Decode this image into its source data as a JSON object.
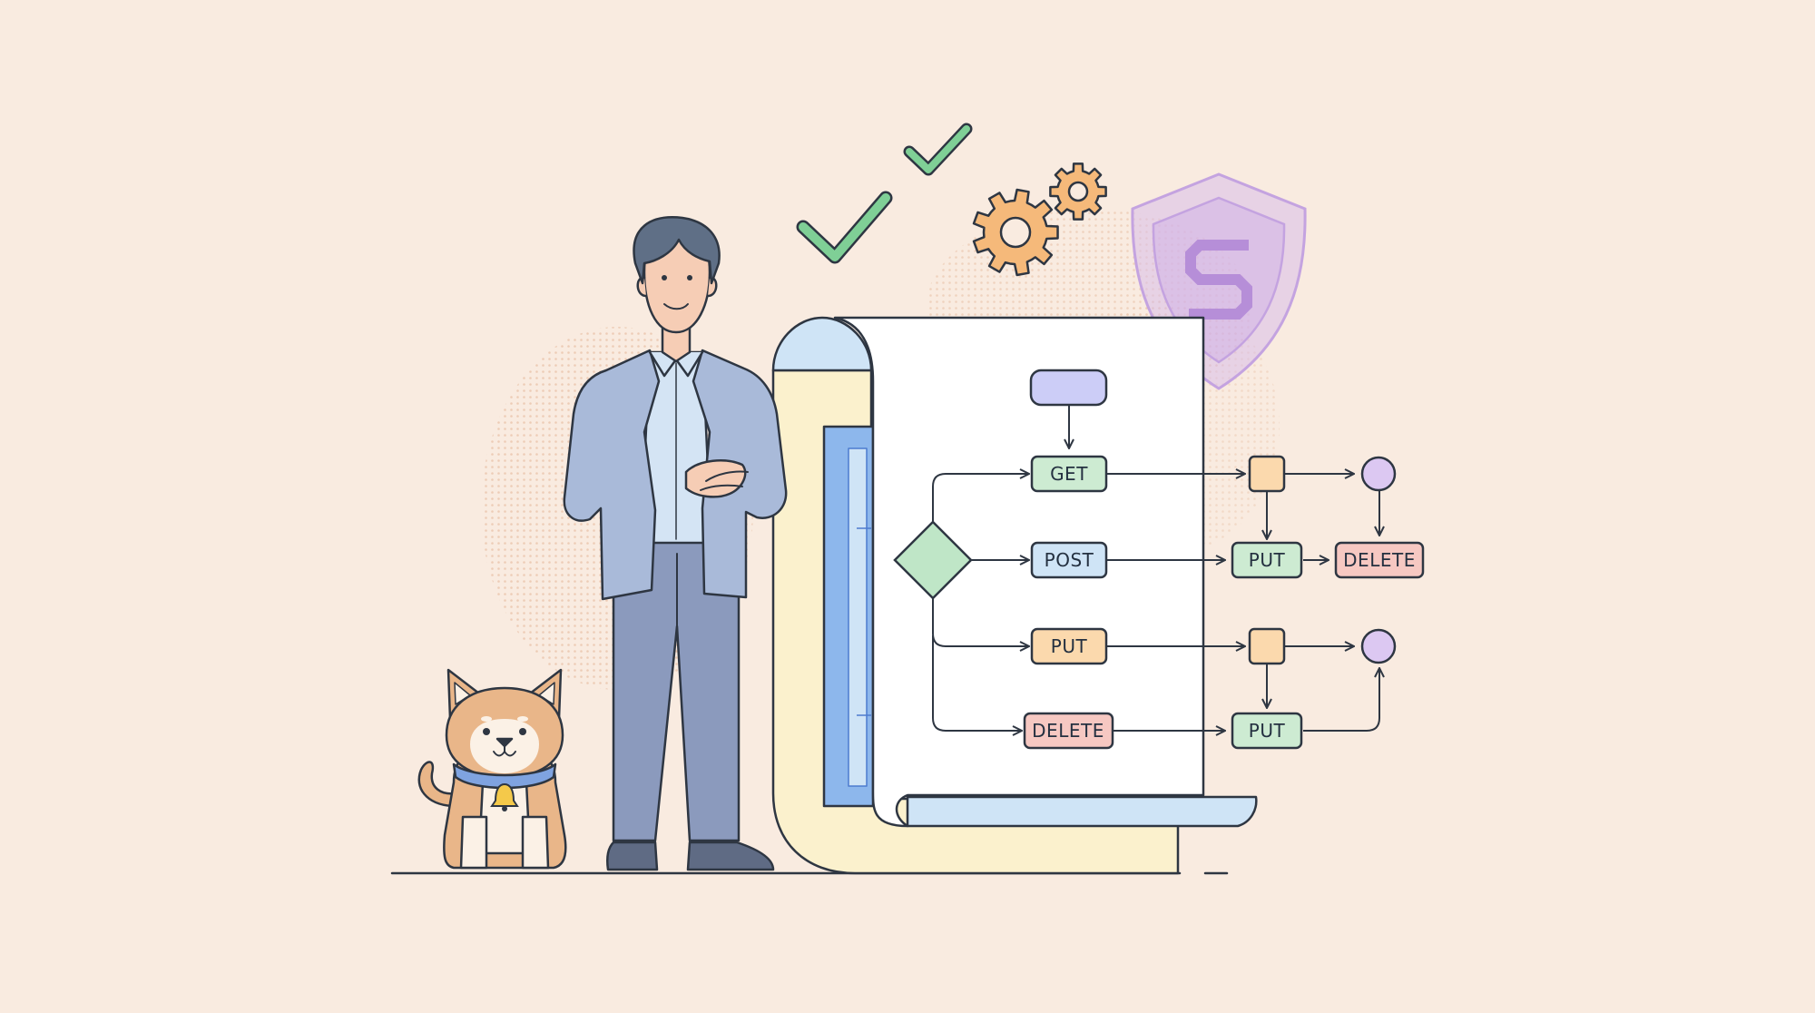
{
  "colors": {
    "background": "#f9ebe0",
    "outline": "#2e3642",
    "get_node": "#cdebd2",
    "post_node": "#cfe4f6",
    "put_node_orange": "#fbd9ad",
    "delete_node": "#f6c8c2",
    "put_node_green": "#cdebd2",
    "start_node": "#cccdf7",
    "connector_square": "#fbd9ad",
    "end_circle": "#dcc8f2",
    "decision_diamond": "#bfe6c7",
    "checkmark": "#7fcf96",
    "gears": "#f5b97a",
    "shield": "#d8bdea"
  },
  "icons": [
    "checkmark-icon",
    "gear-icon",
    "shield-icon",
    "bell-icon"
  ],
  "flowchart": {
    "nodes": [
      {
        "id": "get",
        "label": "GET"
      },
      {
        "id": "post",
        "label": "POST"
      },
      {
        "id": "put",
        "label": "PUT"
      },
      {
        "id": "delete",
        "label": "DELETE"
      },
      {
        "id": "post_put",
        "label": "PUT"
      },
      {
        "id": "post_delete",
        "label": "DELETE"
      },
      {
        "id": "delete_put",
        "label": "PUT"
      }
    ]
  }
}
